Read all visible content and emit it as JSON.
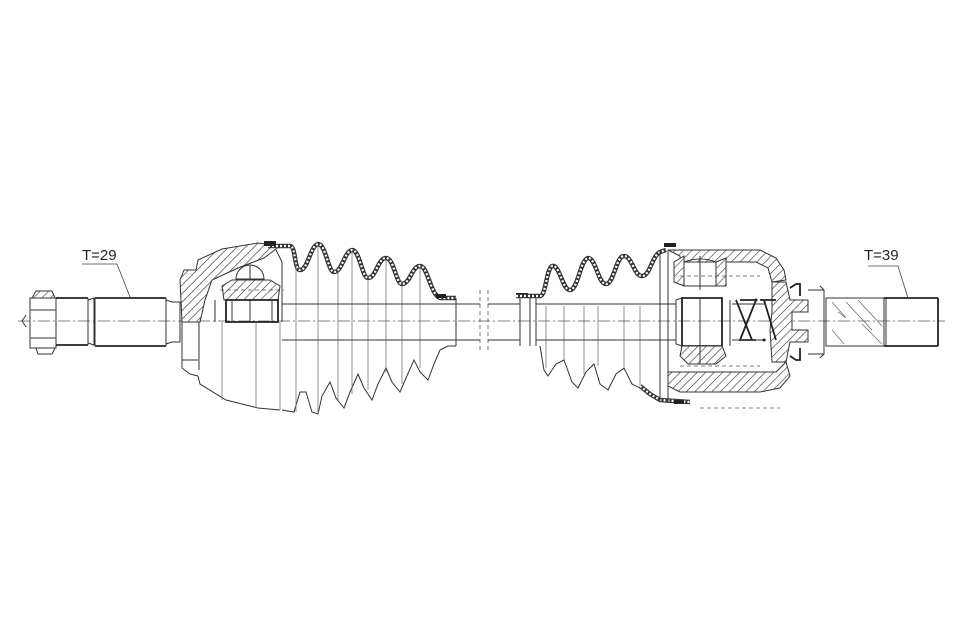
{
  "drawing": {
    "subject": "drive shaft (CV axle) technical drawing",
    "background": "#ffffff",
    "line_color": "#333333",
    "labels": {
      "left_spline": "T=29",
      "right_spline": "T=39"
    },
    "components": [
      {
        "name": "left-hub-nut",
        "position": "left end"
      },
      {
        "name": "outer-cv-joint-left",
        "position": "left",
        "type": "ball joint (section)"
      },
      {
        "name": "outer-boot-left",
        "position": "left-center",
        "type": "bellows boot"
      },
      {
        "name": "shaft-break",
        "position": "center"
      },
      {
        "name": "inner-boot-right",
        "position": "right-center",
        "type": "bellows boot"
      },
      {
        "name": "inner-tripod-joint-right",
        "position": "right",
        "type": "tripod joint (section)"
      },
      {
        "name": "right-spline-stub",
        "position": "right end"
      }
    ]
  }
}
